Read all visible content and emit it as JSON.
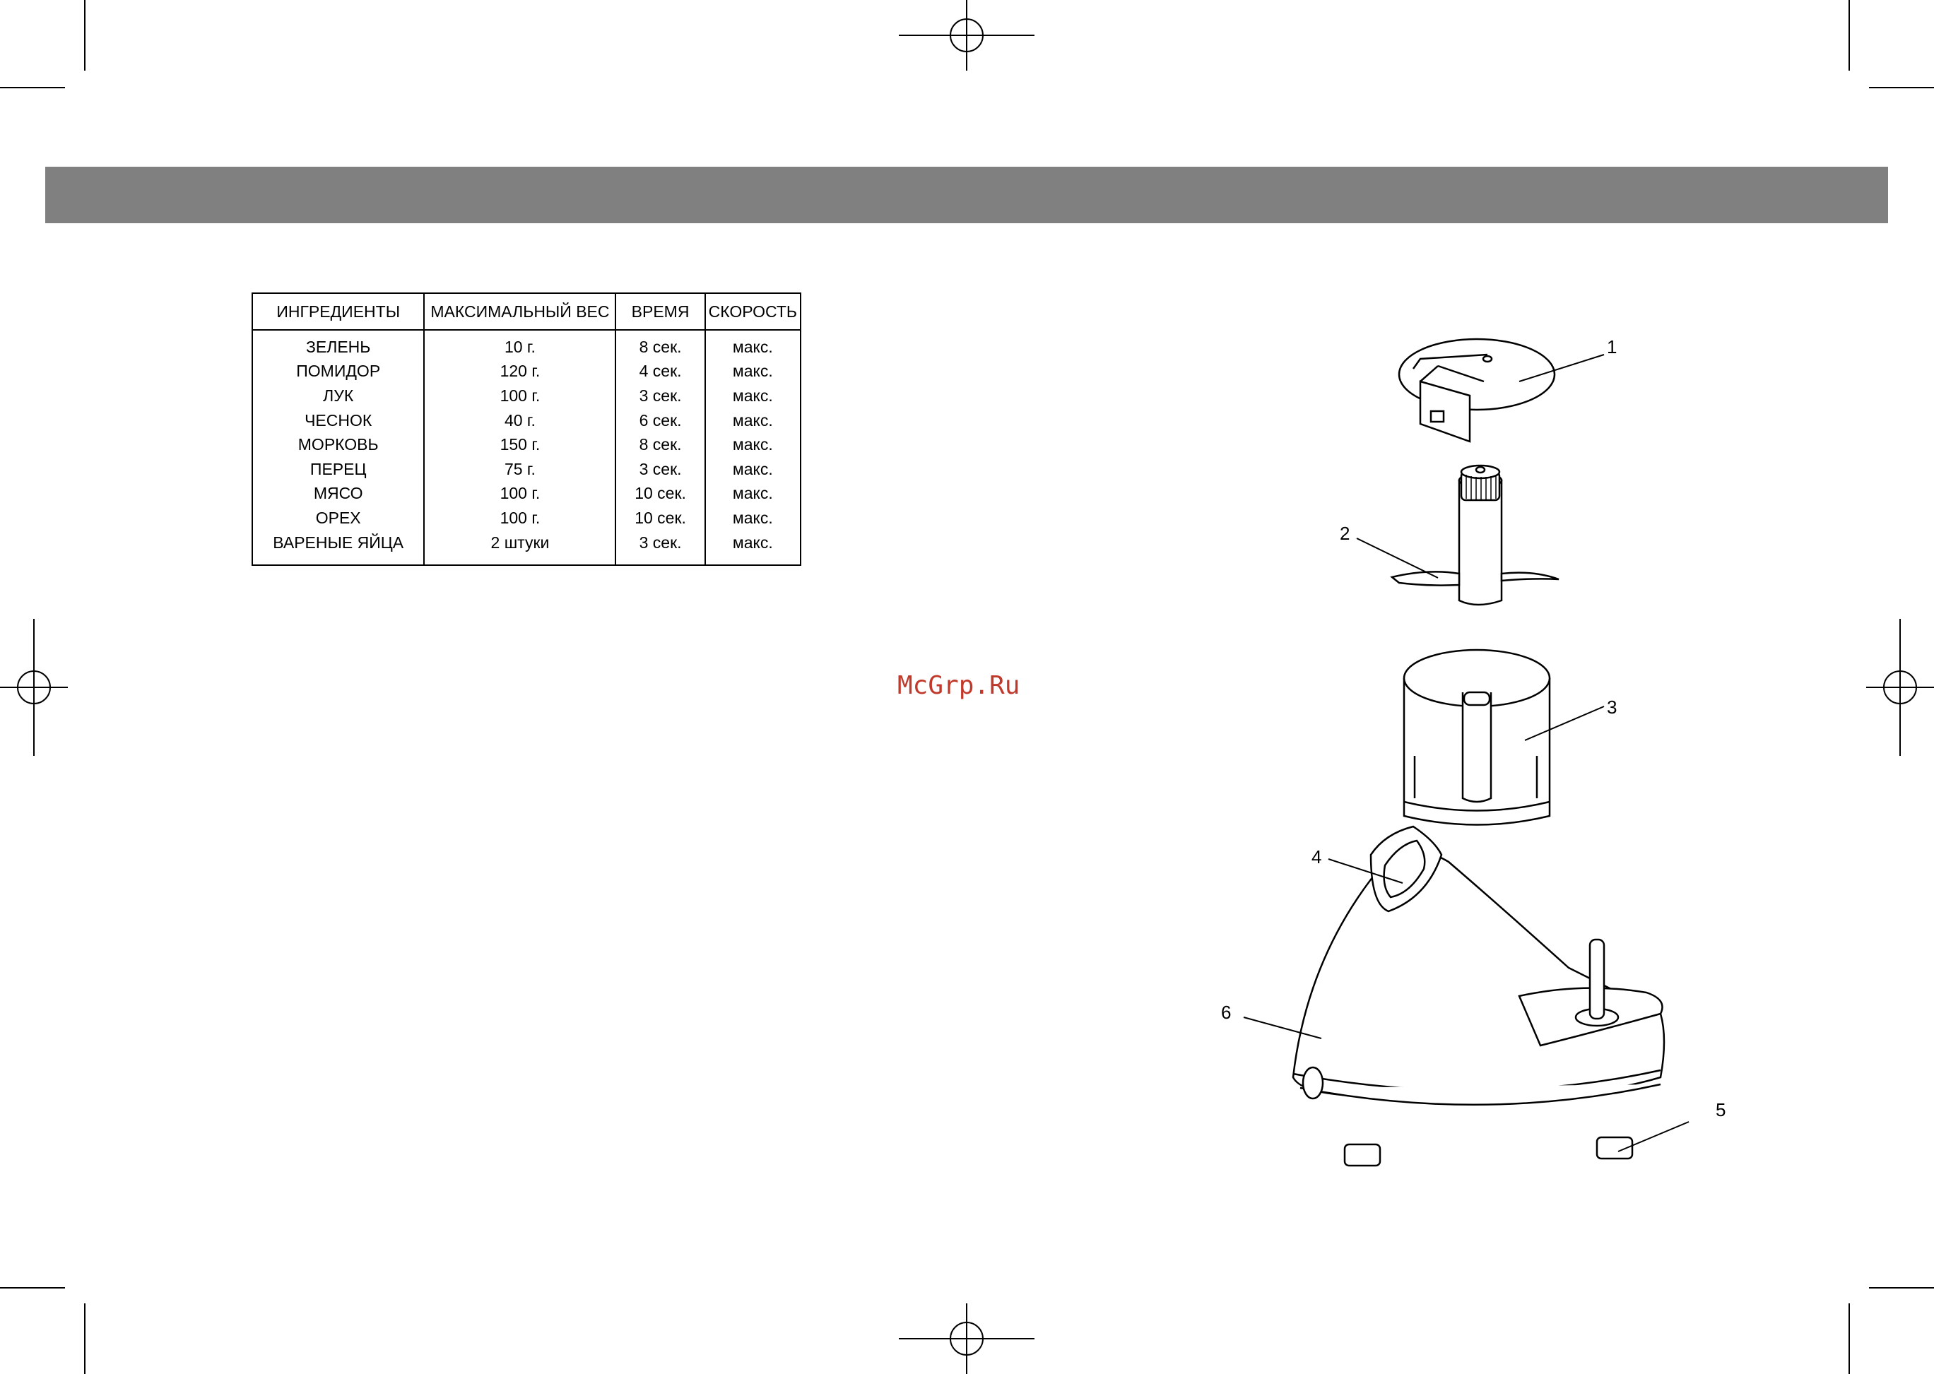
{
  "table": {
    "headers": [
      "ИНГРЕДИЕНТЫ",
      "МАКСИМАЛЬНЫЙ ВЕС",
      "ВРЕМЯ",
      "СКОРОСТЬ"
    ],
    "rows": [
      [
        "ЗЕЛЕНЬ",
        "10 г.",
        "8 сек.",
        "макс."
      ],
      [
        "ПОМИДОР",
        "120 г.",
        "4 сек.",
        "макс."
      ],
      [
        "ЛУК",
        "100 г.",
        "3 сек.",
        "макс."
      ],
      [
        "ЧЕСНОК",
        "40 г.",
        "6 сек.",
        "макс."
      ],
      [
        "МОРКОВЬ",
        "150 г.",
        "8 сек.",
        "макс."
      ],
      [
        "ПЕРЕЦ",
        "75 г.",
        "3 сек.",
        "макс."
      ],
      [
        "МЯСО",
        "100 г.",
        "10 сек.",
        "макс."
      ],
      [
        "ОРЕХ",
        "100 г.",
        "10 сек.",
        "макс."
      ],
      [
        "ВАРЕНЫЕ ЯЙЦА",
        "2 штуки",
        "3 сек.",
        "макс."
      ]
    ]
  },
  "watermark": "McGrp.Ru",
  "diagram": {
    "callouts": [
      "1",
      "2",
      "3",
      "4",
      "5",
      "6"
    ]
  },
  "colors": {
    "header_bar": "#808080",
    "watermark": "#c0392b"
  }
}
